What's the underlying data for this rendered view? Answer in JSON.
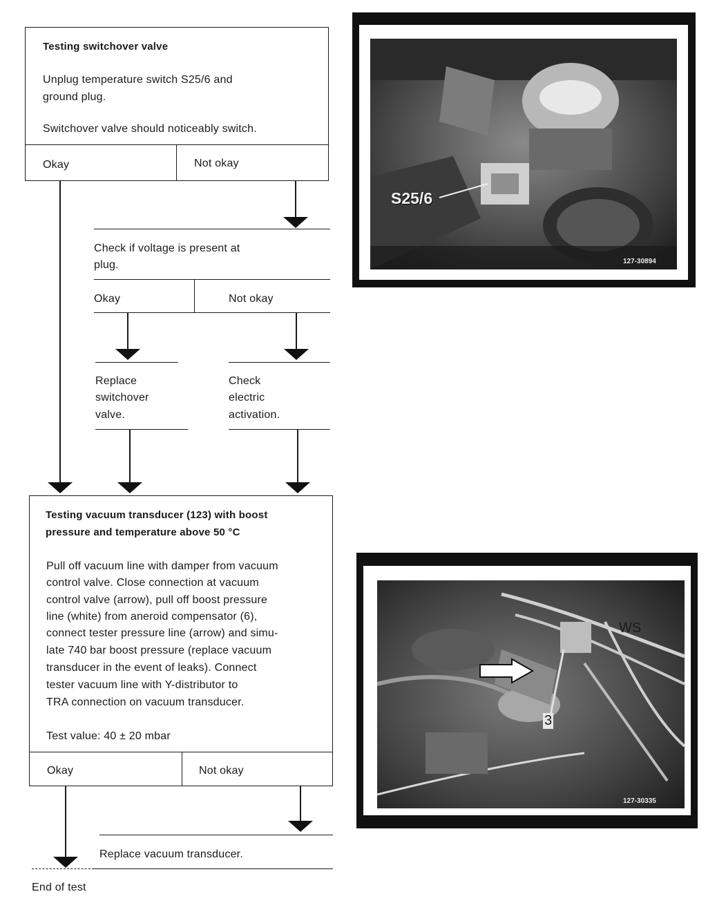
{
  "step1": {
    "title": "Testing switchover valve",
    "line1": "Unplug temperature switch S25/6 and",
    "line2": "ground plug.",
    "line3": "Switchover valve should noticeably switch.",
    "okay": "Okay",
    "not_okay": "Not okay"
  },
  "step2": {
    "line1": "Check if voltage is present at",
    "line2": "plug.",
    "okay": "Okay",
    "not_okay": "Not okay"
  },
  "replace_valve": {
    "l1": "Replace",
    "l2": "switchover",
    "l3": "valve."
  },
  "check_electric": {
    "l1": "Check",
    "l2": "electric",
    "l3": "activation."
  },
  "step3": {
    "title1": "Testing vacuum transducer (123) with boost",
    "title2": "pressure and temperature above 50 °C",
    "body": [
      "Pull off vacuum line with damper from vacuum",
      "control valve. Close connection at vacuum",
      "control valve (arrow), pull off boost pressure",
      "line (white) from aneroid compensator (6),",
      "connect tester pressure line (arrow) and simu-",
      "late 740 bar boost pressure (replace vacuum",
      "transducer in the event of leaks). Connect",
      "tester vacuum line with Y-distributor to",
      "TRA connection on vacuum transducer."
    ],
    "test_value": "Test value: 40 ± 20 mbar",
    "okay": "Okay",
    "not_okay": "Not okay"
  },
  "replace_transducer": "Replace vacuum transducer.",
  "end_of_test": "End of test",
  "photo1": {
    "label": "S25/6",
    "code": "127-30894"
  },
  "photo2": {
    "label_ws": "WS",
    "label_3": "3",
    "code": "127-30335"
  }
}
